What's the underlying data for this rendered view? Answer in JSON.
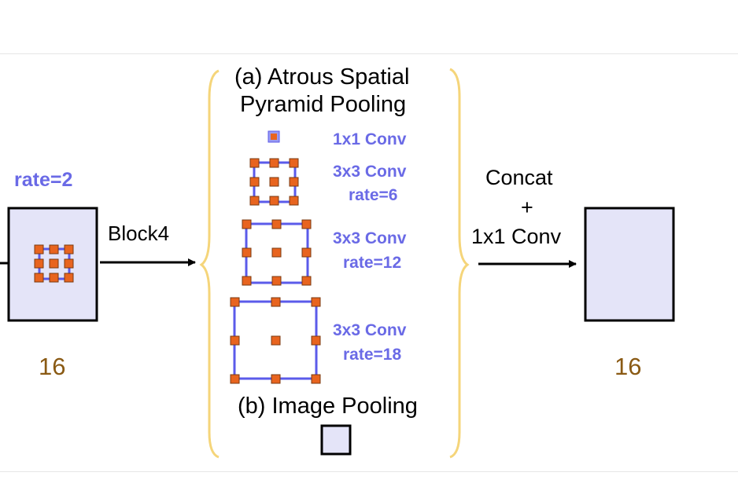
{
  "colors": {
    "box_fill": "#e4e4f8",
    "kernel_blue": "#5b5bea",
    "dot_orange": "#e8641f",
    "brace_yellow": "#f5d57a",
    "label_blue": "#6a6ae6",
    "number_brown": "#8a5a14"
  },
  "left": {
    "rate_label": "rate=2",
    "size_label": "16"
  },
  "arrow1": {
    "label": "Block4"
  },
  "aspp": {
    "title_line1": "(a) Atrous Spatial",
    "title_line2": "Pyramid Pooling",
    "branches": [
      {
        "line1": "1x1 Conv",
        "line2": ""
      },
      {
        "line1": "3x3 Conv",
        "line2": "rate=6"
      },
      {
        "line1": "3x3 Conv",
        "line2": "rate=12"
      },
      {
        "line1": "3x3 Conv",
        "line2": "rate=18"
      }
    ],
    "image_pooling_label": "(b) Image Pooling"
  },
  "arrow2": {
    "line1": "Concat",
    "line2": "+",
    "line3": "1x1 Conv"
  },
  "right": {
    "size_label": "16"
  }
}
